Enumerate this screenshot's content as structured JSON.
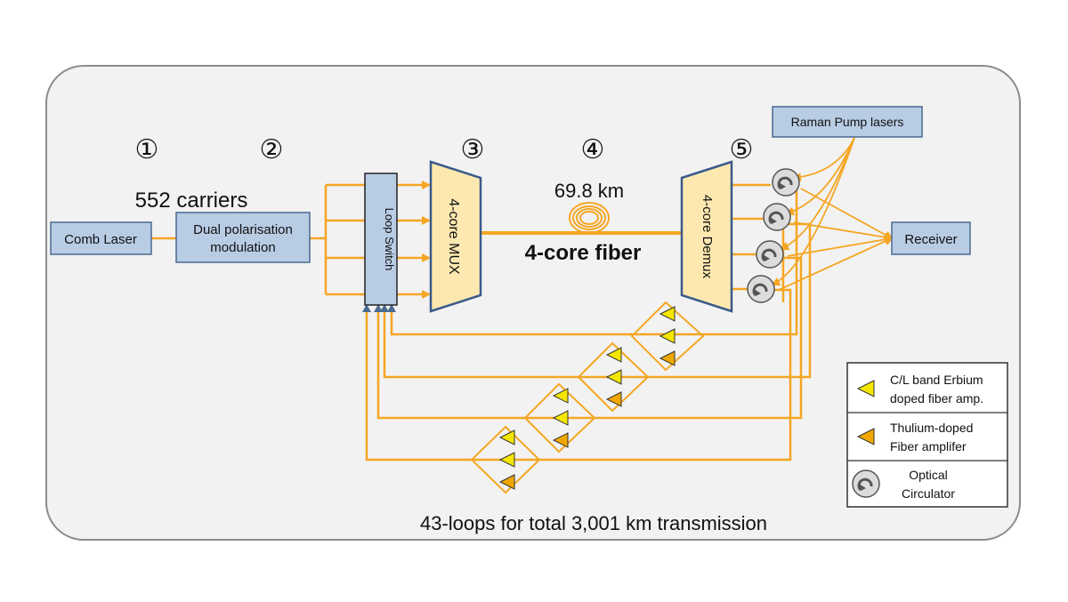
{
  "steps": [
    "①",
    "②",
    "③",
    "④",
    "⑤"
  ],
  "carriers_label": "552 carriers",
  "comb_laser": "Comb Laser",
  "modulation": {
    "line1": "Dual polarisation",
    "line2": "modulation"
  },
  "loop_switch": "Loop Switch",
  "mux": "4-core MUX",
  "fiber_length": "69.8 km",
  "fiber_label": "4-core fiber",
  "demux": "4-core Demux",
  "raman": "Raman Pump lasers",
  "receiver": "Receiver",
  "legend": [
    {
      "icon": "edfa-icon",
      "line1": "C/L band Erbium",
      "line2": "doped fiber amp.",
      "color": "#f5e600"
    },
    {
      "icon": "tdfa-icon",
      "line1": "Thulium-doped",
      "line2": "Fiber amplifer",
      "color": "#f0a800"
    },
    {
      "icon": "circulator-icon",
      "line1": "Optical",
      "line2": "Circulator",
      "color": "#8a8a8a"
    }
  ],
  "caption": "43-loops for total 3,001 km transmission",
  "colors": {
    "fiber": "#f5a623",
    "box_fill": "#b8cce4",
    "box_stroke": "#4a6a90",
    "mux_fill": "#fde9b0",
    "panel": "#f2f2f2"
  }
}
